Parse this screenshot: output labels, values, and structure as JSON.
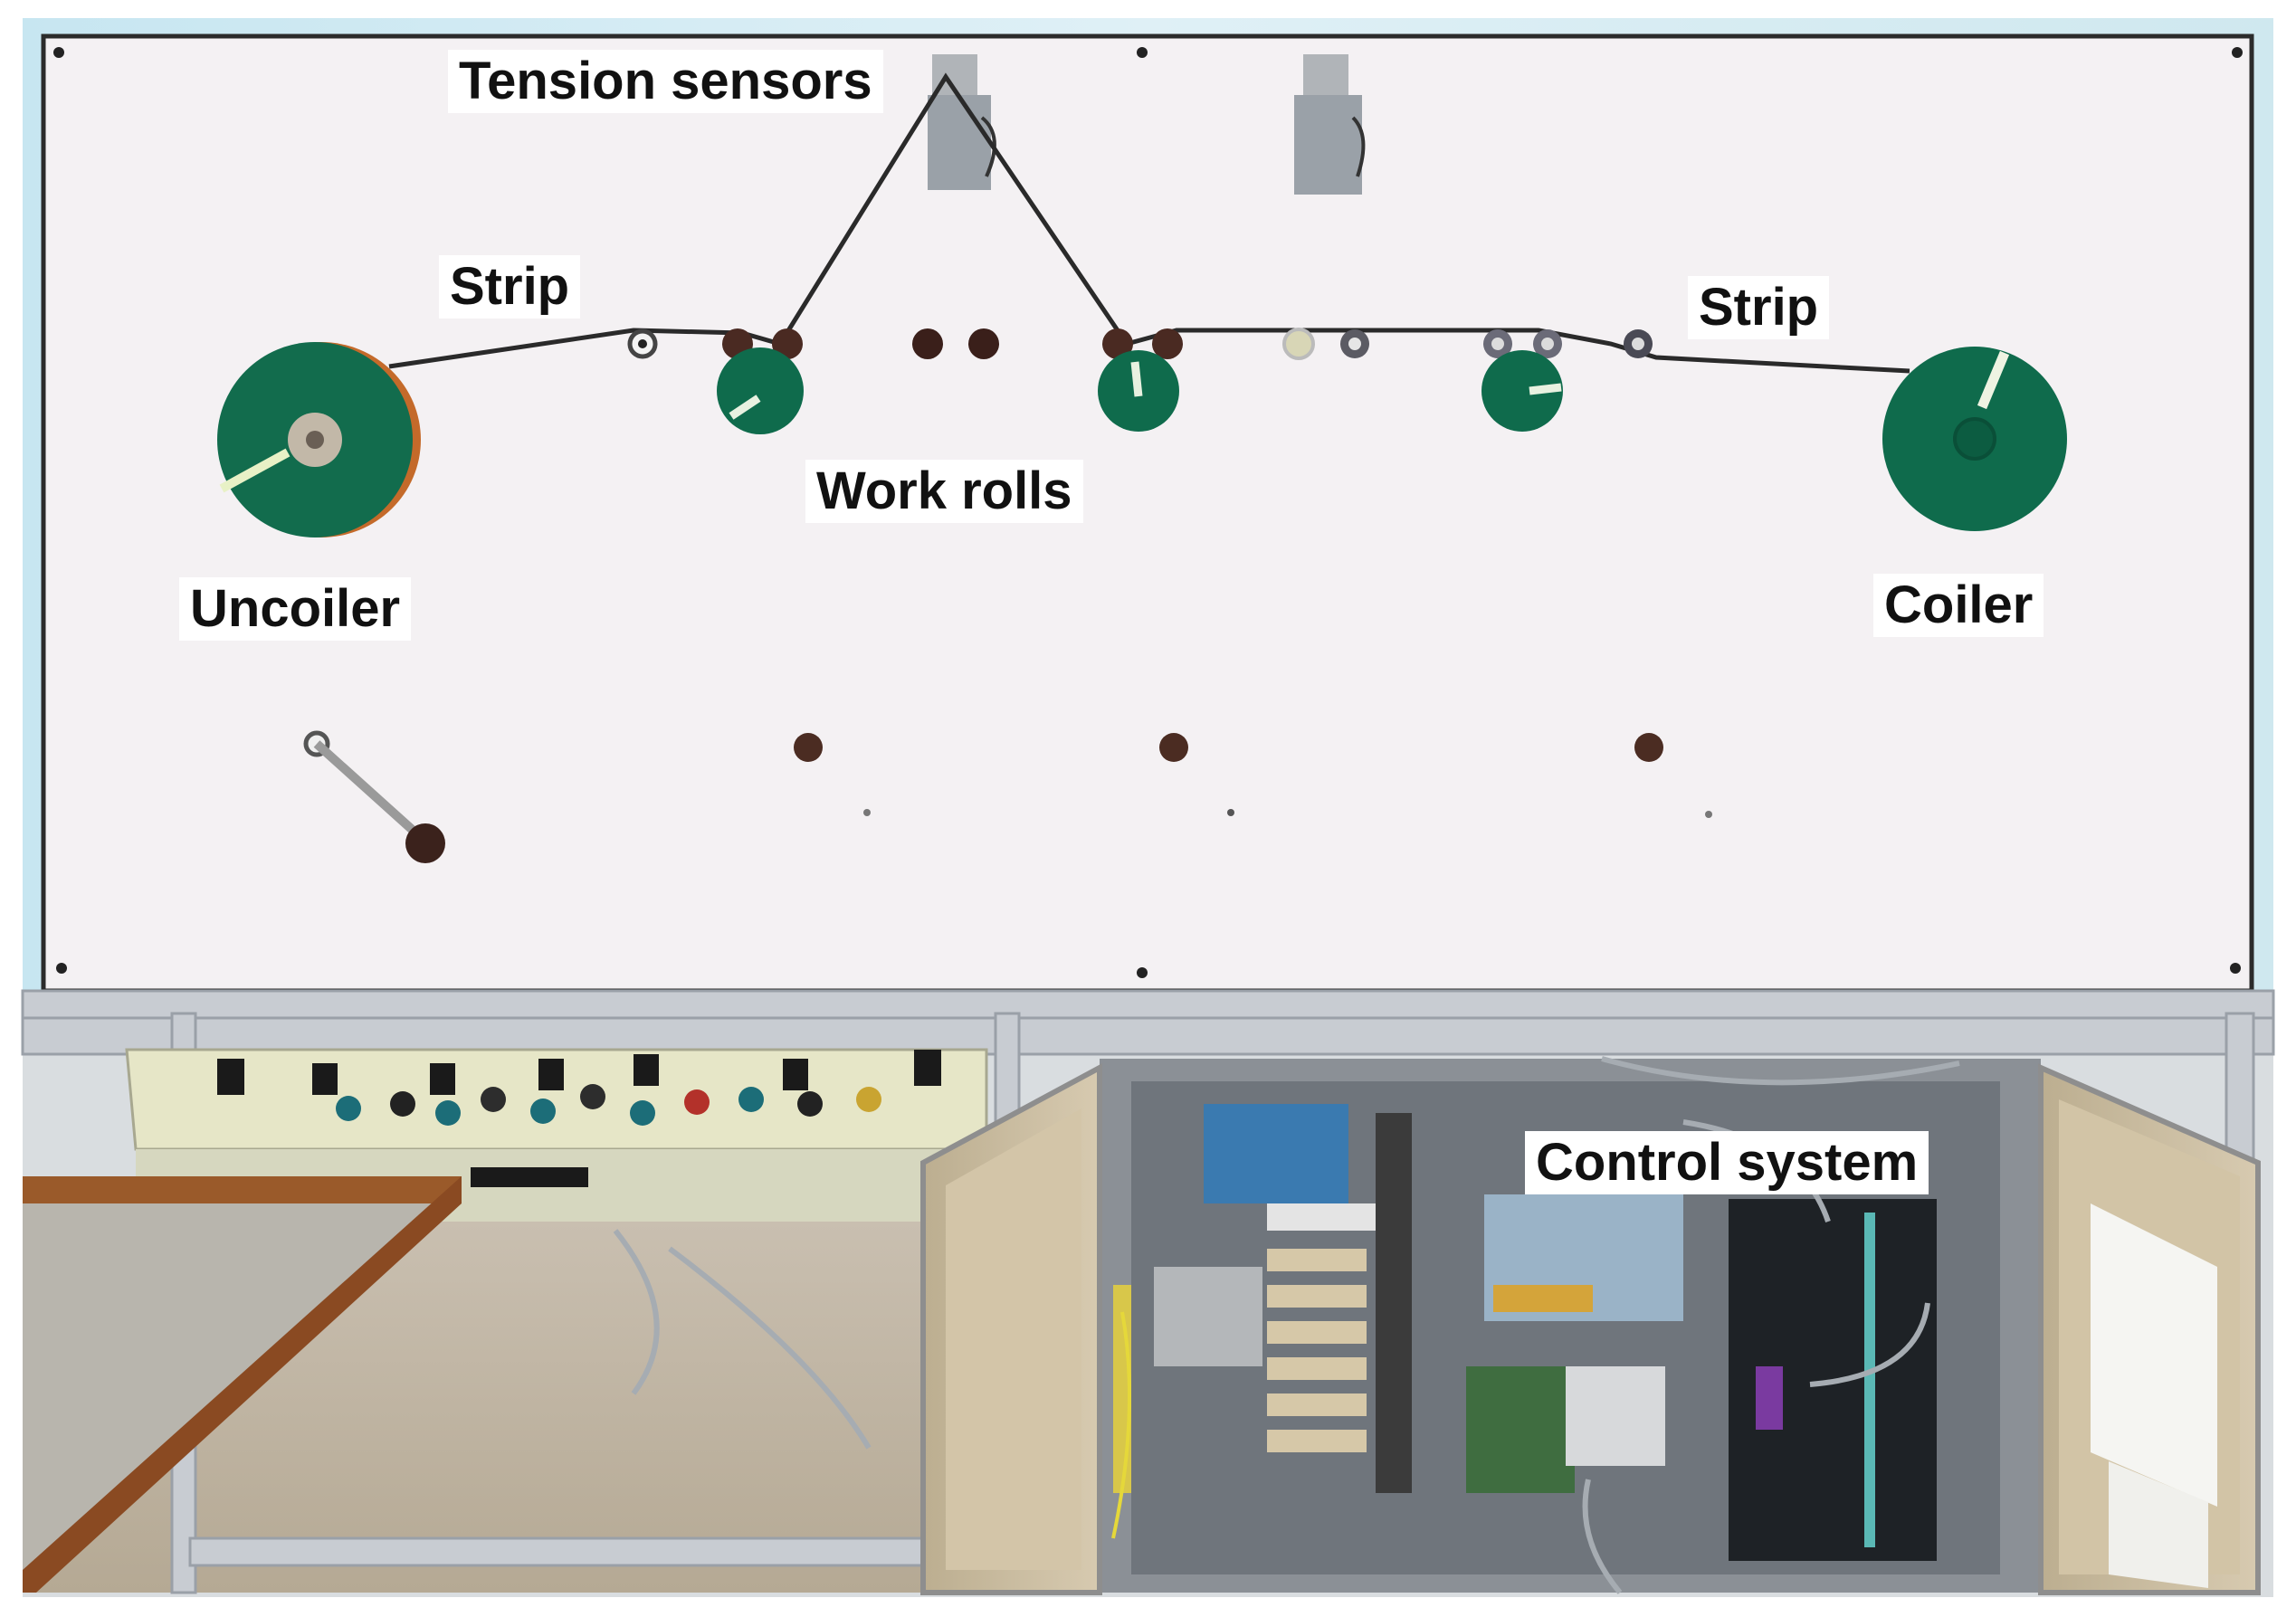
{
  "labels": {
    "tension_sensors": "Tension sensors",
    "strip_left": "Strip",
    "strip_right": "Strip",
    "work_rolls": "Work rolls",
    "uncoiler": "Uncoiler",
    "coiler": "Coiler",
    "control_system": "Control system"
  },
  "colors": {
    "board": "#f4f1f3",
    "roll_green": "#0f6b4c",
    "strip": "#2a2a2a",
    "frame": "#c8ccd2",
    "cabinet_door": "#c9b99a"
  }
}
